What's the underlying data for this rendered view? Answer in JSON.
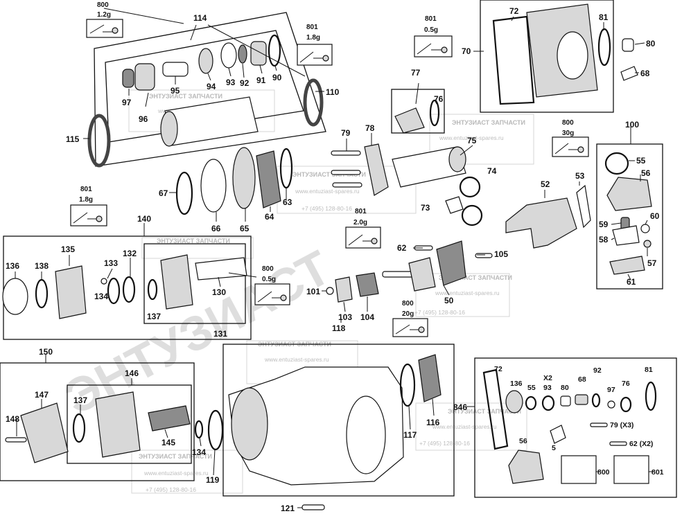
{
  "watermark": {
    "brand": "ЭНТУЗИАСТ",
    "company": "ЭНТУЗИАСТ ЗАПЧАСТИ",
    "url": "www.entuziast-spares.ru",
    "phone": "+7 (495) 128-80-16"
  },
  "grease_cards": [
    {
      "code": "800",
      "amount": "1.2g"
    },
    {
      "code": "801",
      "amount": "1.8g"
    },
    {
      "code": "801",
      "amount": "0.5g"
    },
    {
      "code": "800",
      "amount": "30g"
    },
    {
      "code": "801",
      "amount": "1.8g"
    },
    {
      "code": "801",
      "amount": "2.0g"
    },
    {
      "code": "800",
      "amount": "0.5g"
    },
    {
      "code": "800",
      "amount": "20g"
    }
  ],
  "labels": {
    "p114": "114",
    "p97": "97",
    "p96": "96",
    "p95": "95",
    "p94": "94",
    "p93": "93",
    "p92": "92",
    "p91": "91",
    "p90": "90",
    "p110": "110",
    "p115": "115",
    "p67": "67",
    "p66": "66",
    "p65": "65",
    "p64": "64",
    "p63": "63",
    "p79": "79",
    "p78": "78",
    "p75": "75",
    "p74": "74",
    "p73": "73",
    "p77": "77",
    "p76": "76",
    "p72": "72",
    "p70": "70",
    "p81": "81",
    "p80": "80",
    "p68": "68",
    "p100": "100",
    "p55": "55",
    "p56": "56",
    "p53": "53",
    "p52": "52",
    "p60": "60",
    "p59": "59",
    "p58": "58",
    "p57": "57",
    "p61": "61",
    "p140": "140",
    "p135": "135",
    "p136": "136",
    "p138": "138",
    "p133": "133",
    "p134": "134",
    "p132": "132",
    "p137": "137",
    "p130": "130",
    "p131": "131",
    "p62": "62",
    "p105": "105",
    "p101": "101",
    "p103": "103",
    "p104": "104",
    "p118": "118",
    "p50": "50",
    "p150": "150",
    "p147": "147",
    "p148": "148",
    "p146": "146",
    "p137b": "137",
    "p145": "145",
    "p134b": "134",
    "p119": "119",
    "p117": "117",
    "p116": "116",
    "p121": "121",
    "p846": "846",
    "k72": "72",
    "k136": "136",
    "k55": "55",
    "kx2": "X2",
    "k93": "93",
    "k80": "80",
    "k68": "68",
    "k92": "92",
    "k97": "97",
    "k76": "76",
    "k81": "81",
    "k79x3": "79 (X3)",
    "k5": "5",
    "k62x2": "62 (X2)",
    "k56": "56",
    "k800": "800",
    "k801": "801"
  }
}
